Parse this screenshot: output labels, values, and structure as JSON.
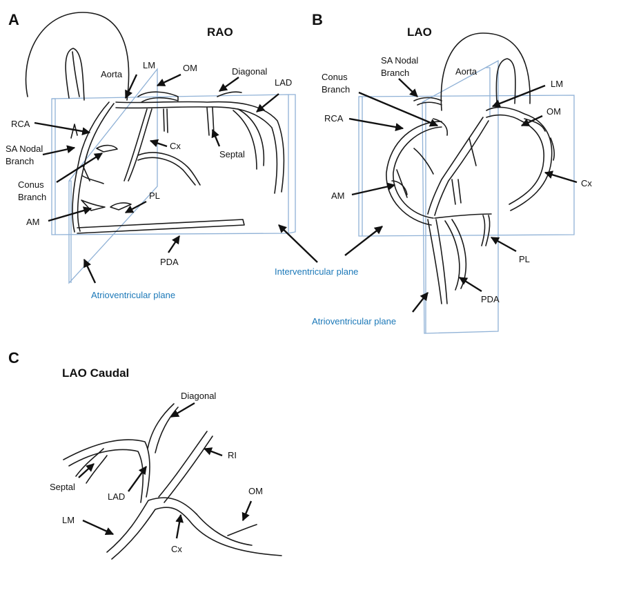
{
  "panels": {
    "a": {
      "letter": "A",
      "view": "RAO",
      "labels": {
        "aorta": "Aorta",
        "lm": "LM",
        "om": "OM",
        "diagonal": "Diagonal",
        "lad": "LAD",
        "rca": "RCA",
        "sa1": "SA Nodal",
        "sa2": "Branch",
        "conus1": "Conus",
        "conus2": "Branch",
        "cx": "Cx",
        "septal": "Septal",
        "pl": "PL",
        "am": "AM",
        "pda": "PDA"
      },
      "planes": {
        "interventricular": "Interventricular plane",
        "atrioventricular": "Atrioventricular plane"
      }
    },
    "b": {
      "letter": "B",
      "view": "LAO",
      "labels": {
        "sa1": "SA Nodal",
        "sa2": "Branch",
        "conus1": "Conus",
        "conus2": "Branch",
        "aorta": "Aorta",
        "lm": "LM",
        "rca": "RCA",
        "om": "OM",
        "cx": "Cx",
        "am": "AM",
        "pl": "PL",
        "pda": "PDA"
      },
      "planes": {
        "atrioventricular": "Atrioventricular plane"
      }
    },
    "c": {
      "letter": "C",
      "view": "LAO Caudal",
      "labels": {
        "diagonal": "Diagonal",
        "ri": "RI",
        "septal": "Septal",
        "lad": "LAD",
        "om": "OM",
        "lm": "LM",
        "cx": "Cx"
      }
    }
  },
  "colors": {
    "plane": "#8fb1d6",
    "plane_label": "#1b78b8",
    "line": "#1a1a1a"
  }
}
